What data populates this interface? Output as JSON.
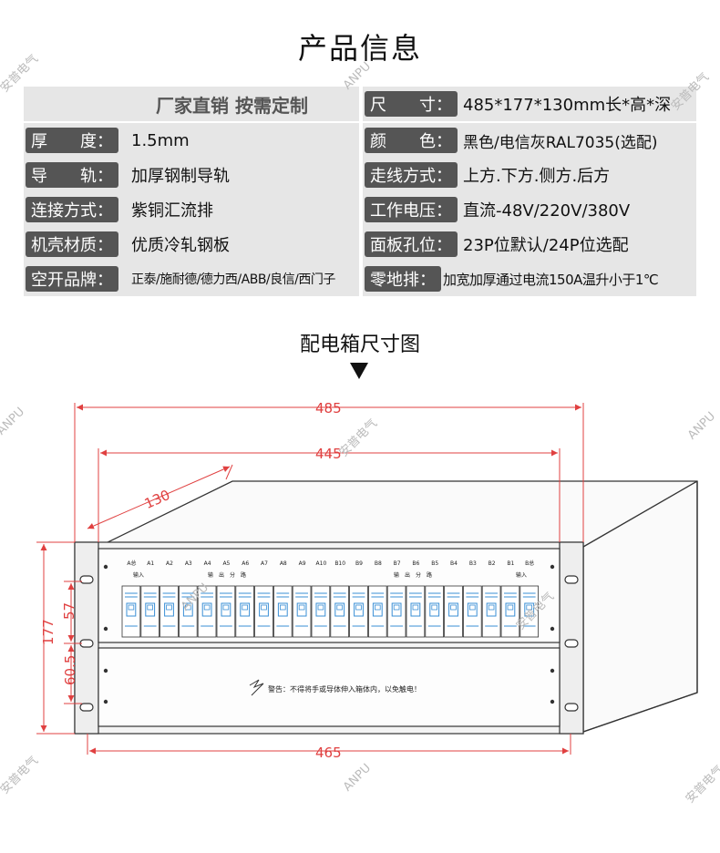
{
  "title": "产品信息",
  "banner": "厂家直销 按需定制",
  "specs_left": [
    {
      "label": "厚　　度：",
      "value": "1.5mm"
    },
    {
      "label": "导　　轨：",
      "value": "加厚钢制导轨"
    },
    {
      "label": "连接方式：",
      "value": "紫铜汇流排"
    },
    {
      "label": "机壳材质：",
      "value": "优质冷轧钢板"
    },
    {
      "label": "空开品牌：",
      "value": "正泰/施耐德/德力西/ABB/良信/西门子"
    }
  ],
  "specs_right": [
    {
      "label": "尺　　寸：",
      "value": "485*177*130mm长*高*深"
    },
    {
      "label": "颜　　色：",
      "value": "黑色/电信灰RAL7035(选配)"
    },
    {
      "label": "走线方式：",
      "value": "上方.下方.侧方.后方"
    },
    {
      "label": "工作电压：",
      "value": "直流-48V/220V/380V"
    },
    {
      "label": "面板孔位：",
      "value": "23P位默认/24P位选配"
    },
    {
      "label": "零地排：",
      "value": "加宽加厚通过电流150A温升小于1℃"
    }
  ],
  "drawing_title": "配电箱尺寸图",
  "dimensions": {
    "width_overall": "485",
    "width_inner": "445",
    "depth": "130",
    "height": "177",
    "upper_panel": "57",
    "lower_panel": "60.5",
    "bottom_width": "465"
  },
  "breaker_labels": [
    "A总",
    "A1",
    "A2",
    "A3",
    "A4",
    "A5",
    "A6",
    "A7",
    "A8",
    "A9",
    "A10",
    "B10",
    "B9",
    "B8",
    "B7",
    "B6",
    "B5",
    "B4",
    "B3",
    "B2",
    "B1",
    "B总"
  ],
  "group_labels": {
    "in_left": "输入",
    "out_left": "输　出　分　路",
    "out_right": "输　出　分　路",
    "in_right": "输入"
  },
  "warning": "警告：不得将手或导体伸入箱体内，以免触电！",
  "watermarks": [
    "安普电气",
    "ANPU"
  ],
  "colors": {
    "label_bg": "#555555",
    "row_bg": "#e6e6e6",
    "dim_red": "#e04040",
    "breaker_blue": "#3a8fd6"
  }
}
